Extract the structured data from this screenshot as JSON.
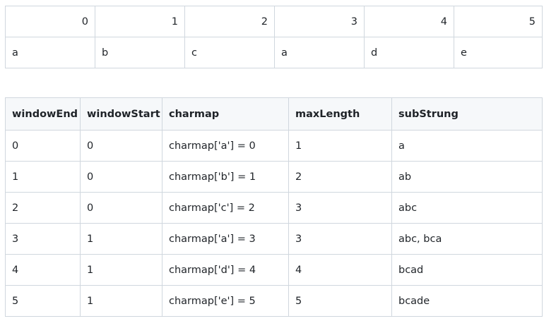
{
  "index_table": {
    "indices": [
      "0",
      "1",
      "2",
      "3",
      "4",
      "5"
    ],
    "chars": [
      "a",
      "b",
      "c",
      "a",
      "d",
      "e"
    ]
  },
  "trace_table": {
    "headers": [
      "windowEnd",
      "windowStart",
      "charmap",
      "maxLength",
      "subStrung"
    ],
    "rows": [
      [
        "0",
        "0",
        "charmap['a'] = 0",
        "1",
        "a"
      ],
      [
        "1",
        "0",
        "charmap['b'] = 1",
        "2",
        "ab"
      ],
      [
        "2",
        "0",
        "charmap['c'] = 2",
        "3",
        "abc"
      ],
      [
        "3",
        "1",
        "charmap['a'] = 3",
        "3",
        "abc, bca"
      ],
      [
        "4",
        "1",
        "charmap['d'] = 4",
        "4",
        "bcad"
      ],
      [
        "5",
        "1",
        "charmap['e'] = 5",
        "5",
        "bcade"
      ]
    ]
  }
}
